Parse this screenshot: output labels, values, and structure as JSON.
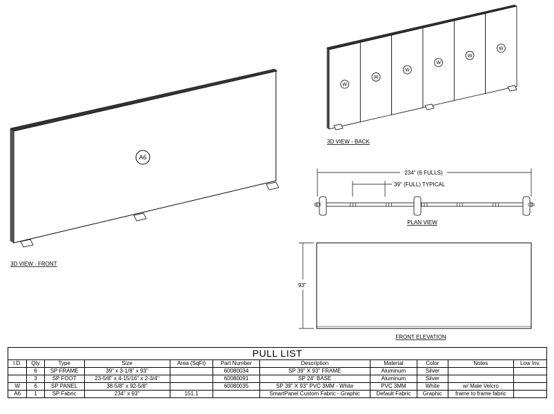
{
  "views": {
    "front_3d": {
      "label": "3D VIEW - FRONT",
      "tag": "A6"
    },
    "back_3d": {
      "label": "3D VIEW - BACK",
      "tag": "W"
    },
    "plan": {
      "label": "PLAN VIEW",
      "overall_dim": "234\" (6 FULLS)",
      "typical_dim": "39\" (FULL) TYPICAL"
    },
    "elevation": {
      "label": "FRONT ELEVATION",
      "height_dim": "93\""
    }
  },
  "pull_list": {
    "title": "PULL LIST",
    "columns": [
      "I.D.",
      "Qty",
      "Type",
      "Size",
      "Area (SqFt)",
      "Part Number",
      "Description",
      "Material",
      "Color",
      "Notes",
      "Low Inv."
    ],
    "rows": [
      [
        "",
        "6",
        "SP FRAME",
        "39\" x 3-1/8\" x 93\"",
        "",
        "60080034",
        "SP 39\" X 93\" FRAME",
        "Aluminum",
        "Silver",
        "",
        ""
      ],
      [
        "",
        "3",
        "SP FOOT",
        "23-5/8\" x 4-15/16\" x 2-3/4\"",
        "",
        "60080091",
        "SP 24\" BASE",
        "Aluminum",
        "Silver",
        "",
        ""
      ],
      [
        "W",
        "6",
        "SP PANEL",
        "38-5/8\" x 92-5/8\"",
        "",
        "60080035",
        "SP 39\" X 93\" PVC 3MM - White",
        "PVC 3MM",
        "White",
        "w/ Male Velcro",
        ""
      ],
      [
        "A6",
        "1",
        "SP Fabric",
        "234\" x 93\"",
        "151.1",
        "",
        "SmartPanel Custom Fabric - Graphic",
        "Default Fabric",
        "Graphic",
        "frame to frame fabric",
        ""
      ]
    ]
  }
}
